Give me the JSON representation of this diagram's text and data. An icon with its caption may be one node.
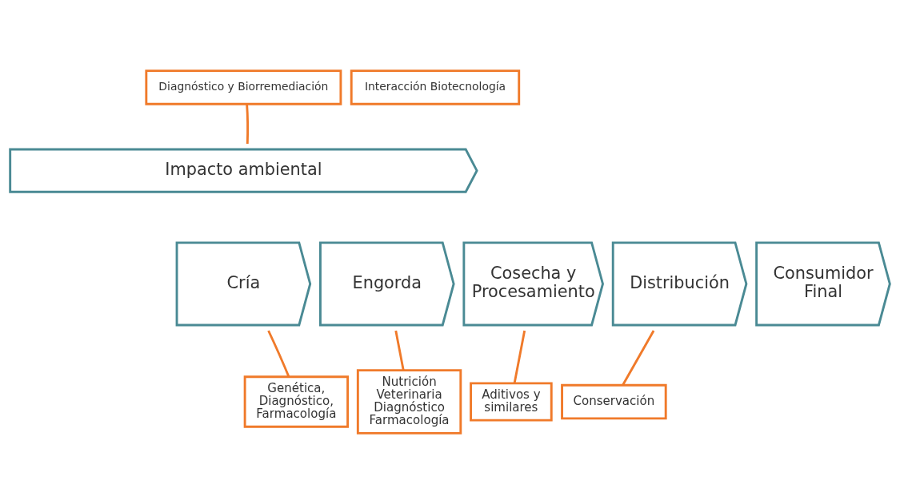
{
  "diagram": {
    "nodes": [
      {
        "text": [
          "Diagnóstico y Biorremediación"
        ]
      },
      {
        "text": [
          "Interacción Biotecnología"
        ]
      },
      {
        "text": [
          "Impacto ambiental"
        ]
      },
      {
        "text": [
          "Cría"
        ]
      },
      {
        "text": [
          "Engorda"
        ]
      },
      {
        "text": [
          "Cosecha y Procesamiento"
        ]
      },
      {
        "text": [
          "Distribución"
        ]
      },
      {
        "text": [
          "Consumidor Final"
        ]
      },
      {
        "text": [
          "Genética, Diagnóstico, Farmacología"
        ]
      },
      {
        "text": [
          "Nutrición Veterinaria Diagnóstico Farmacología"
        ]
      },
      {
        "text": [
          "Aditivos y similares"
        ]
      },
      {
        "text": [
          "Conservación"
        ]
      }
    ],
    "edges": [
      {
        "from": 0,
        "to": 2,
        "arrow": "none"
      },
      {
        "from": 3,
        "to": 8,
        "arrow": "none"
      },
      {
        "from": 4,
        "to": 9,
        "arrow": "none"
      },
      {
        "from": 5,
        "to": 10,
        "arrow": "none"
      },
      {
        "from": 6,
        "to": 11,
        "arrow": "none"
      }
    ]
  }
}
